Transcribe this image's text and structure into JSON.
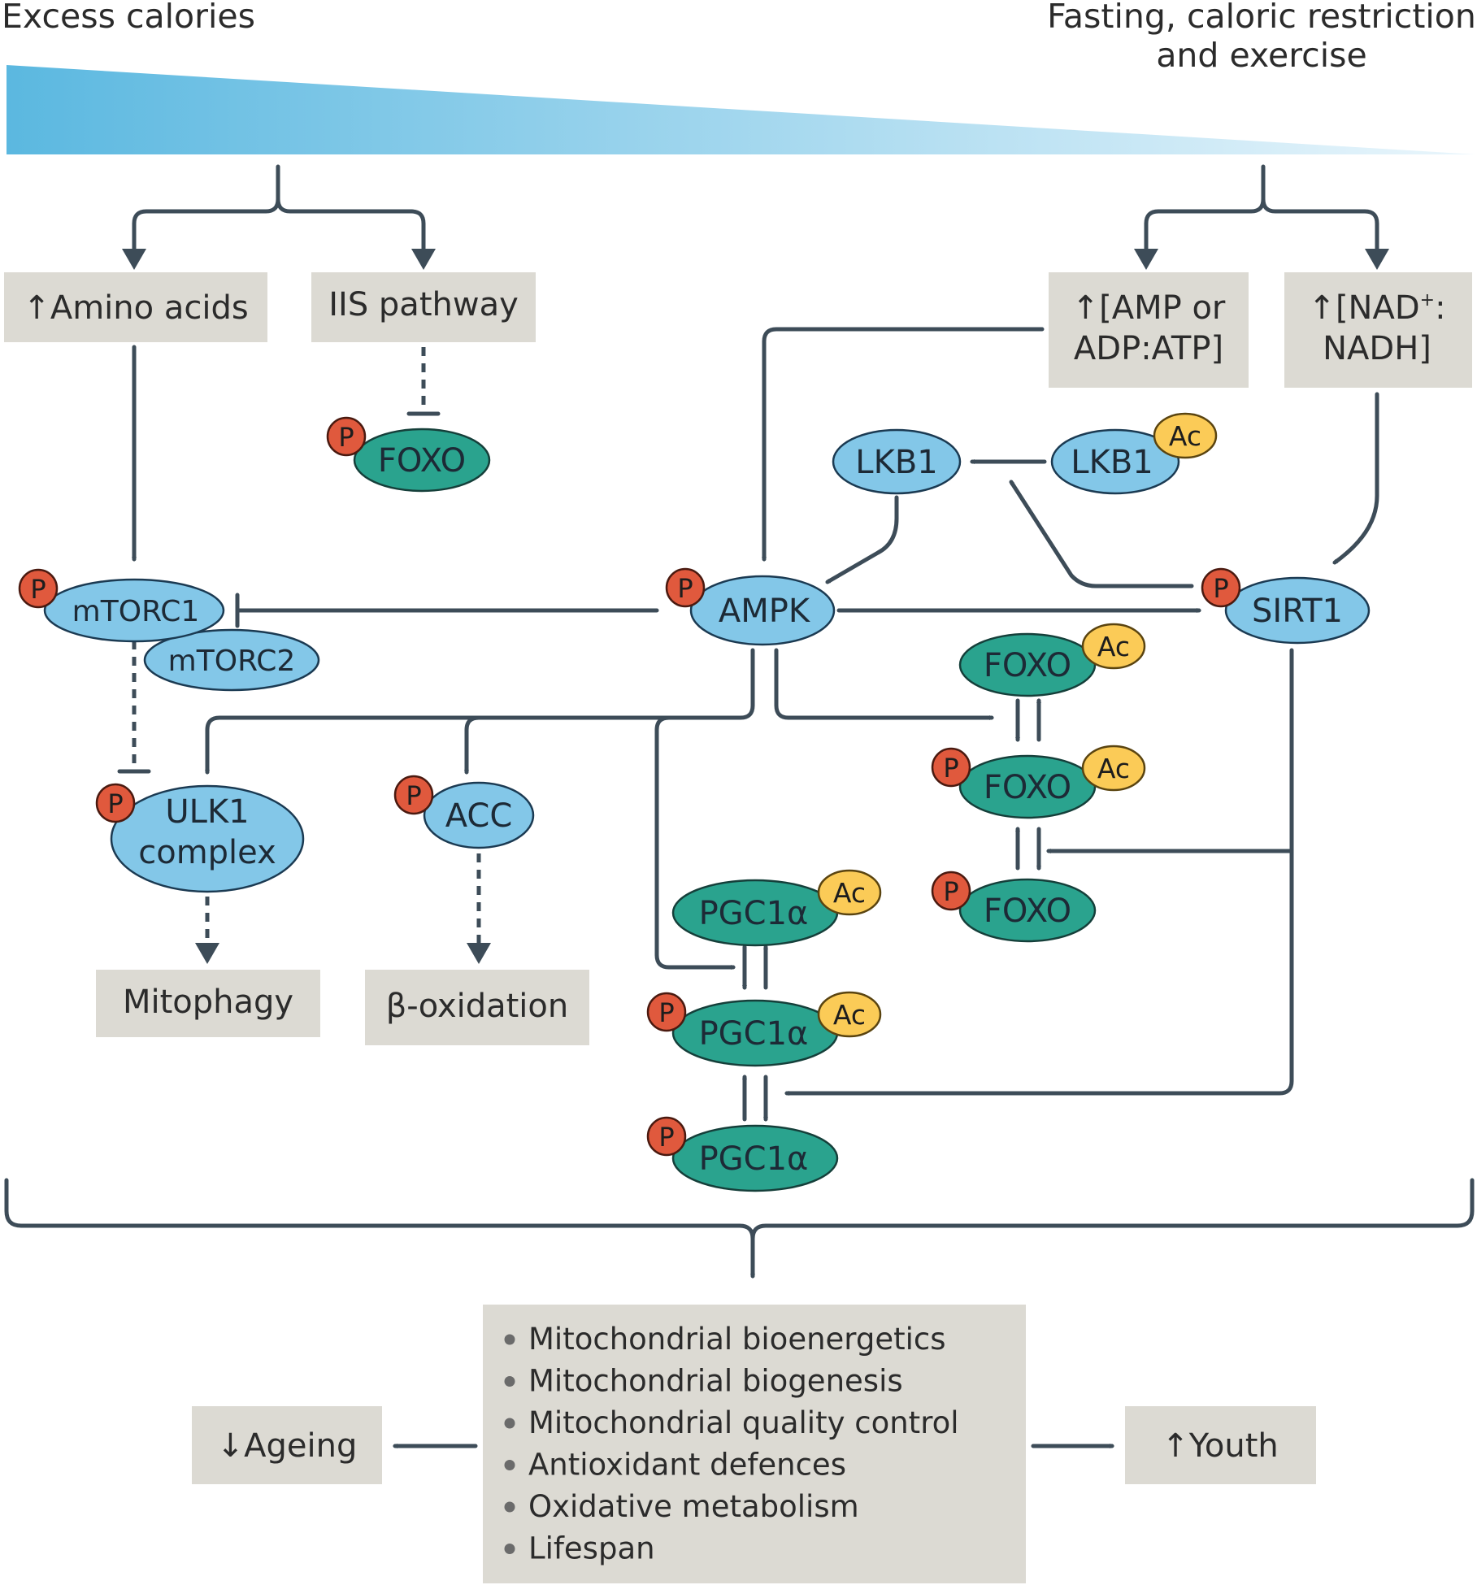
{
  "header": {
    "left": "Excess calories",
    "right_line1": "Fasting, caloric restriction",
    "right_line2": "and exercise"
  },
  "gradient": {
    "color_strong": "#5bb8e0",
    "color_faint": "#eaf6fc"
  },
  "boxes": {
    "amino_acids": "↑Amino acids",
    "iis_pathway": "IIS pathway",
    "amp_line1": "↑[AMP or",
    "amp_line2": "ADP:ATP]",
    "nad_line1": "↑[NAD",
    "nad_sup": "+",
    "nad_colon": ":",
    "nad_line2": "NADH]",
    "mitophagy": "Mitophagy",
    "beta_oxidation": "β-oxidation",
    "ageing": "↓Ageing",
    "youth": "↑Youth"
  },
  "nodes": {
    "foxo_top": "FOXO",
    "lkb1": "LKB1",
    "lkb1_ac": "LKB1",
    "mtorc1": "mTORC1",
    "mtorc2": "mTORC2",
    "ampk": "AMPK",
    "sirt1": "SIRT1",
    "foxo_ac": "FOXO",
    "foxo_p_ac": "FOXO",
    "foxo_p": "FOXO",
    "ulk1_line1": "ULK1",
    "ulk1_line2": "complex",
    "acc": "ACC",
    "pgc_ac": "PGC1α",
    "pgc_p_ac": "PGC1α",
    "pgc_p": "PGC1α"
  },
  "badges": {
    "phospho": "P",
    "acetyl": "Ac"
  },
  "outcomes": [
    "Mitochondrial bioenergetics",
    "Mitochondrial biogenesis",
    "Mitochondrial quality control",
    "Antioxidant defences",
    "Oxidative metabolism",
    "Lifespan"
  ],
  "colors": {
    "node_blue": "#83c7e8",
    "node_green": "#2aa38e",
    "badge_p": "#e0593d",
    "badge_ac": "#fbcb57",
    "box": "#dcdad3",
    "arrow": "#3d4c58"
  }
}
